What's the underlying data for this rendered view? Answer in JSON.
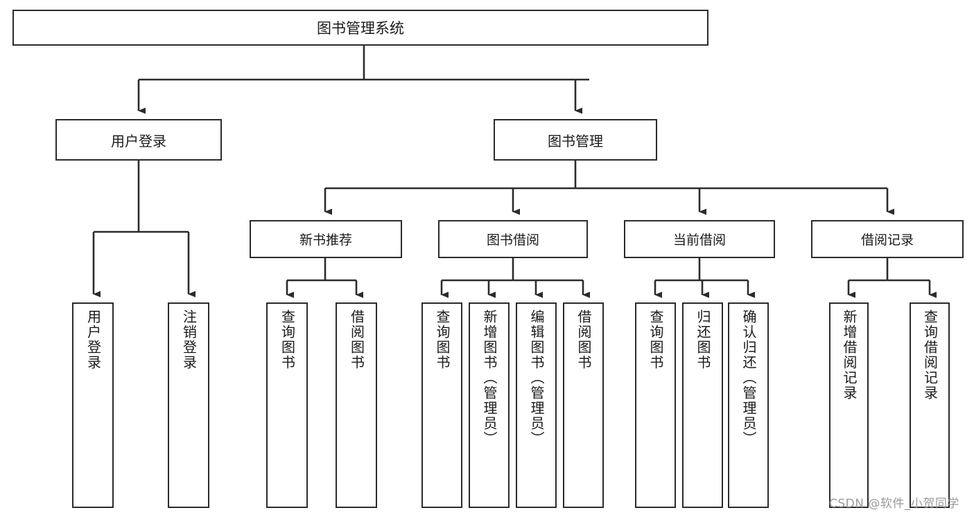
{
  "diagram": {
    "title": "图书管理系统",
    "type": "hierarchy-tree",
    "watermark": "CSDN @软件_小贺同学",
    "colors": {
      "box_border": "#2b2b2b",
      "box_fill": "#ffffff",
      "connector": "#2b2b2b",
      "text": "#1a1a1a",
      "watermark": "#9a9a9a",
      "background": "#ffffff"
    }
  },
  "nodes": {
    "root": {
      "label": "图书管理系统"
    },
    "level2": [
      {
        "label": "用户登录"
      },
      {
        "label": "图书管理"
      }
    ],
    "level3": [
      {
        "label": "新书推荐"
      },
      {
        "label": "图书借阅"
      },
      {
        "label": "当前借阅"
      },
      {
        "label": "借阅记录"
      }
    ],
    "leaves": {
      "user_login": [
        {
          "label": "用户登录"
        },
        {
          "label": "注销登录"
        }
      ],
      "new_book_recommend": [
        {
          "label": "查询图书"
        },
        {
          "label": "借阅图书"
        }
      ],
      "book_borrow": [
        {
          "label": "查询图书"
        },
        {
          "label": "新增图书（管理员）"
        },
        {
          "label": "编辑图书（管理员）"
        },
        {
          "label": "借阅图书"
        }
      ],
      "current_borrow": [
        {
          "label": "查询图书"
        },
        {
          "label": "归还图书"
        },
        {
          "label": "确认归还（管理员）"
        }
      ],
      "borrow_record": [
        {
          "label": "新增借阅记录"
        },
        {
          "label": "查询借阅记录"
        }
      ]
    }
  }
}
